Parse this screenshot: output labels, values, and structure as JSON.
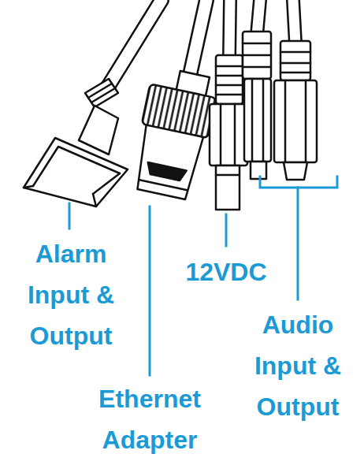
{
  "diagram": {
    "labels": [
      "Alarm Input & Output",
      "Ethernet Adapter",
      "12VDC",
      "Audio Input & Output"
    ]
  }
}
